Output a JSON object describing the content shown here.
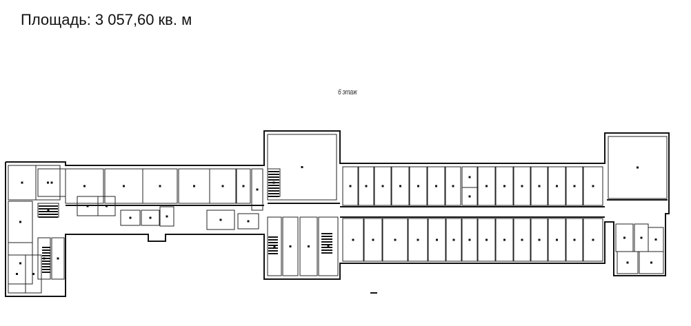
{
  "header": {
    "area_label": "Площадь:",
    "area_value": "3 057,60",
    "area_unit": "кв. м"
  },
  "plan": {
    "floor_label": "6 этаж"
  }
}
